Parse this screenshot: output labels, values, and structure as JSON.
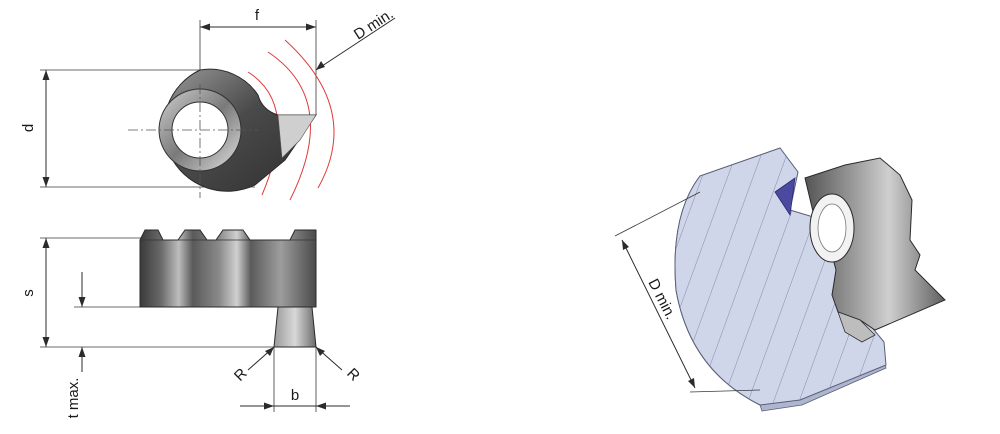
{
  "labels": {
    "f": "f",
    "d_min_top": "D min.",
    "d": "d",
    "s": "s",
    "t_max": "t max.",
    "r_left": "R",
    "r_right": "R",
    "b": "b",
    "d_min_3d": "D min."
  },
  "colors": {
    "insert_dark": "#3f3f3f",
    "insert_mid": "#7c7c7c",
    "insert_light": "#b9b9b9",
    "workpiece": "#c9d1e6",
    "workpiece_edge": "#8d95b3",
    "cut_accent": "#4a4aa0",
    "radius_arc": "#e23a3a"
  }
}
